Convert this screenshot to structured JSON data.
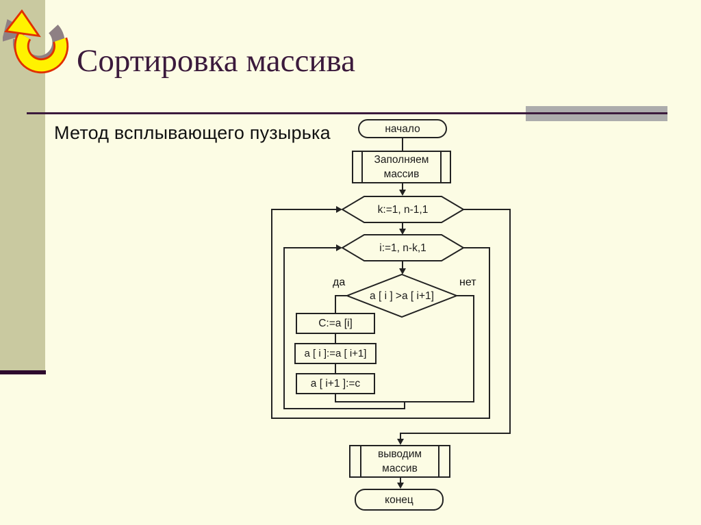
{
  "slide": {
    "title": "Сортировка массива",
    "subtitle": "Метод всплывающего пузырька"
  },
  "flowchart": {
    "nodes": {
      "start": {
        "type": "terminator",
        "label": "начало"
      },
      "fill_array": {
        "type": "predefined-process",
        "label": "Заполняем массив"
      },
      "loop_k": {
        "type": "loop-hexagon",
        "label": "k:=1, n-1,1"
      },
      "loop_i": {
        "type": "loop-hexagon",
        "label": "i:=1, n-k,1"
      },
      "compare": {
        "type": "decision",
        "label": "a [ i ] >a [ i+1]"
      },
      "assign_c": {
        "type": "process",
        "label": "C:=a [i]"
      },
      "assign_swap": {
        "type": "process",
        "label": "a [ i ]:=a [ i+1]"
      },
      "assign_back": {
        "type": "process",
        "label": "a [ i+1 ]:=c"
      },
      "output_array": {
        "type": "predefined-process",
        "label": "выводим массив"
      },
      "end": {
        "type": "terminator",
        "label": "конец"
      }
    },
    "branch_labels": {
      "yes": "да",
      "no": "нет"
    },
    "edges": [
      {
        "from": "start",
        "to": "fill_array",
        "label": ""
      },
      {
        "from": "fill_array",
        "to": "loop_k",
        "label": ""
      },
      {
        "from": "loop_k",
        "to": "loop_i",
        "label": ""
      },
      {
        "from": "loop_i",
        "to": "compare",
        "label": ""
      },
      {
        "from": "compare",
        "to": "assign_c",
        "label": "да"
      },
      {
        "from": "compare",
        "to": "loop_i_back",
        "label": "нет"
      },
      {
        "from": "assign_c",
        "to": "assign_swap",
        "label": ""
      },
      {
        "from": "assign_swap",
        "to": "assign_back",
        "label": ""
      },
      {
        "from": "assign_back",
        "to": "loop_i",
        "label": "loop back"
      },
      {
        "from": "loop_i",
        "to": "loop_k",
        "label": "loop back"
      },
      {
        "from": "loop_k",
        "to": "output_array",
        "label": "loop exit"
      },
      {
        "from": "output_array",
        "to": "end",
        "label": ""
      }
    ]
  },
  "colors": {
    "background": "#FCFCE4",
    "sidebar": "#C9C9A0",
    "sidebar_footer_line": "#2D0A2D",
    "title_text": "#3B1A3C",
    "title_rule": "#3B1A3C",
    "rule_accent_bar": "#ACACAC",
    "flowchart_stroke": "#222222",
    "icon_yellow": "#FFF200",
    "icon_red": "#E03000",
    "icon_shadow_gray": "#8E8084"
  }
}
